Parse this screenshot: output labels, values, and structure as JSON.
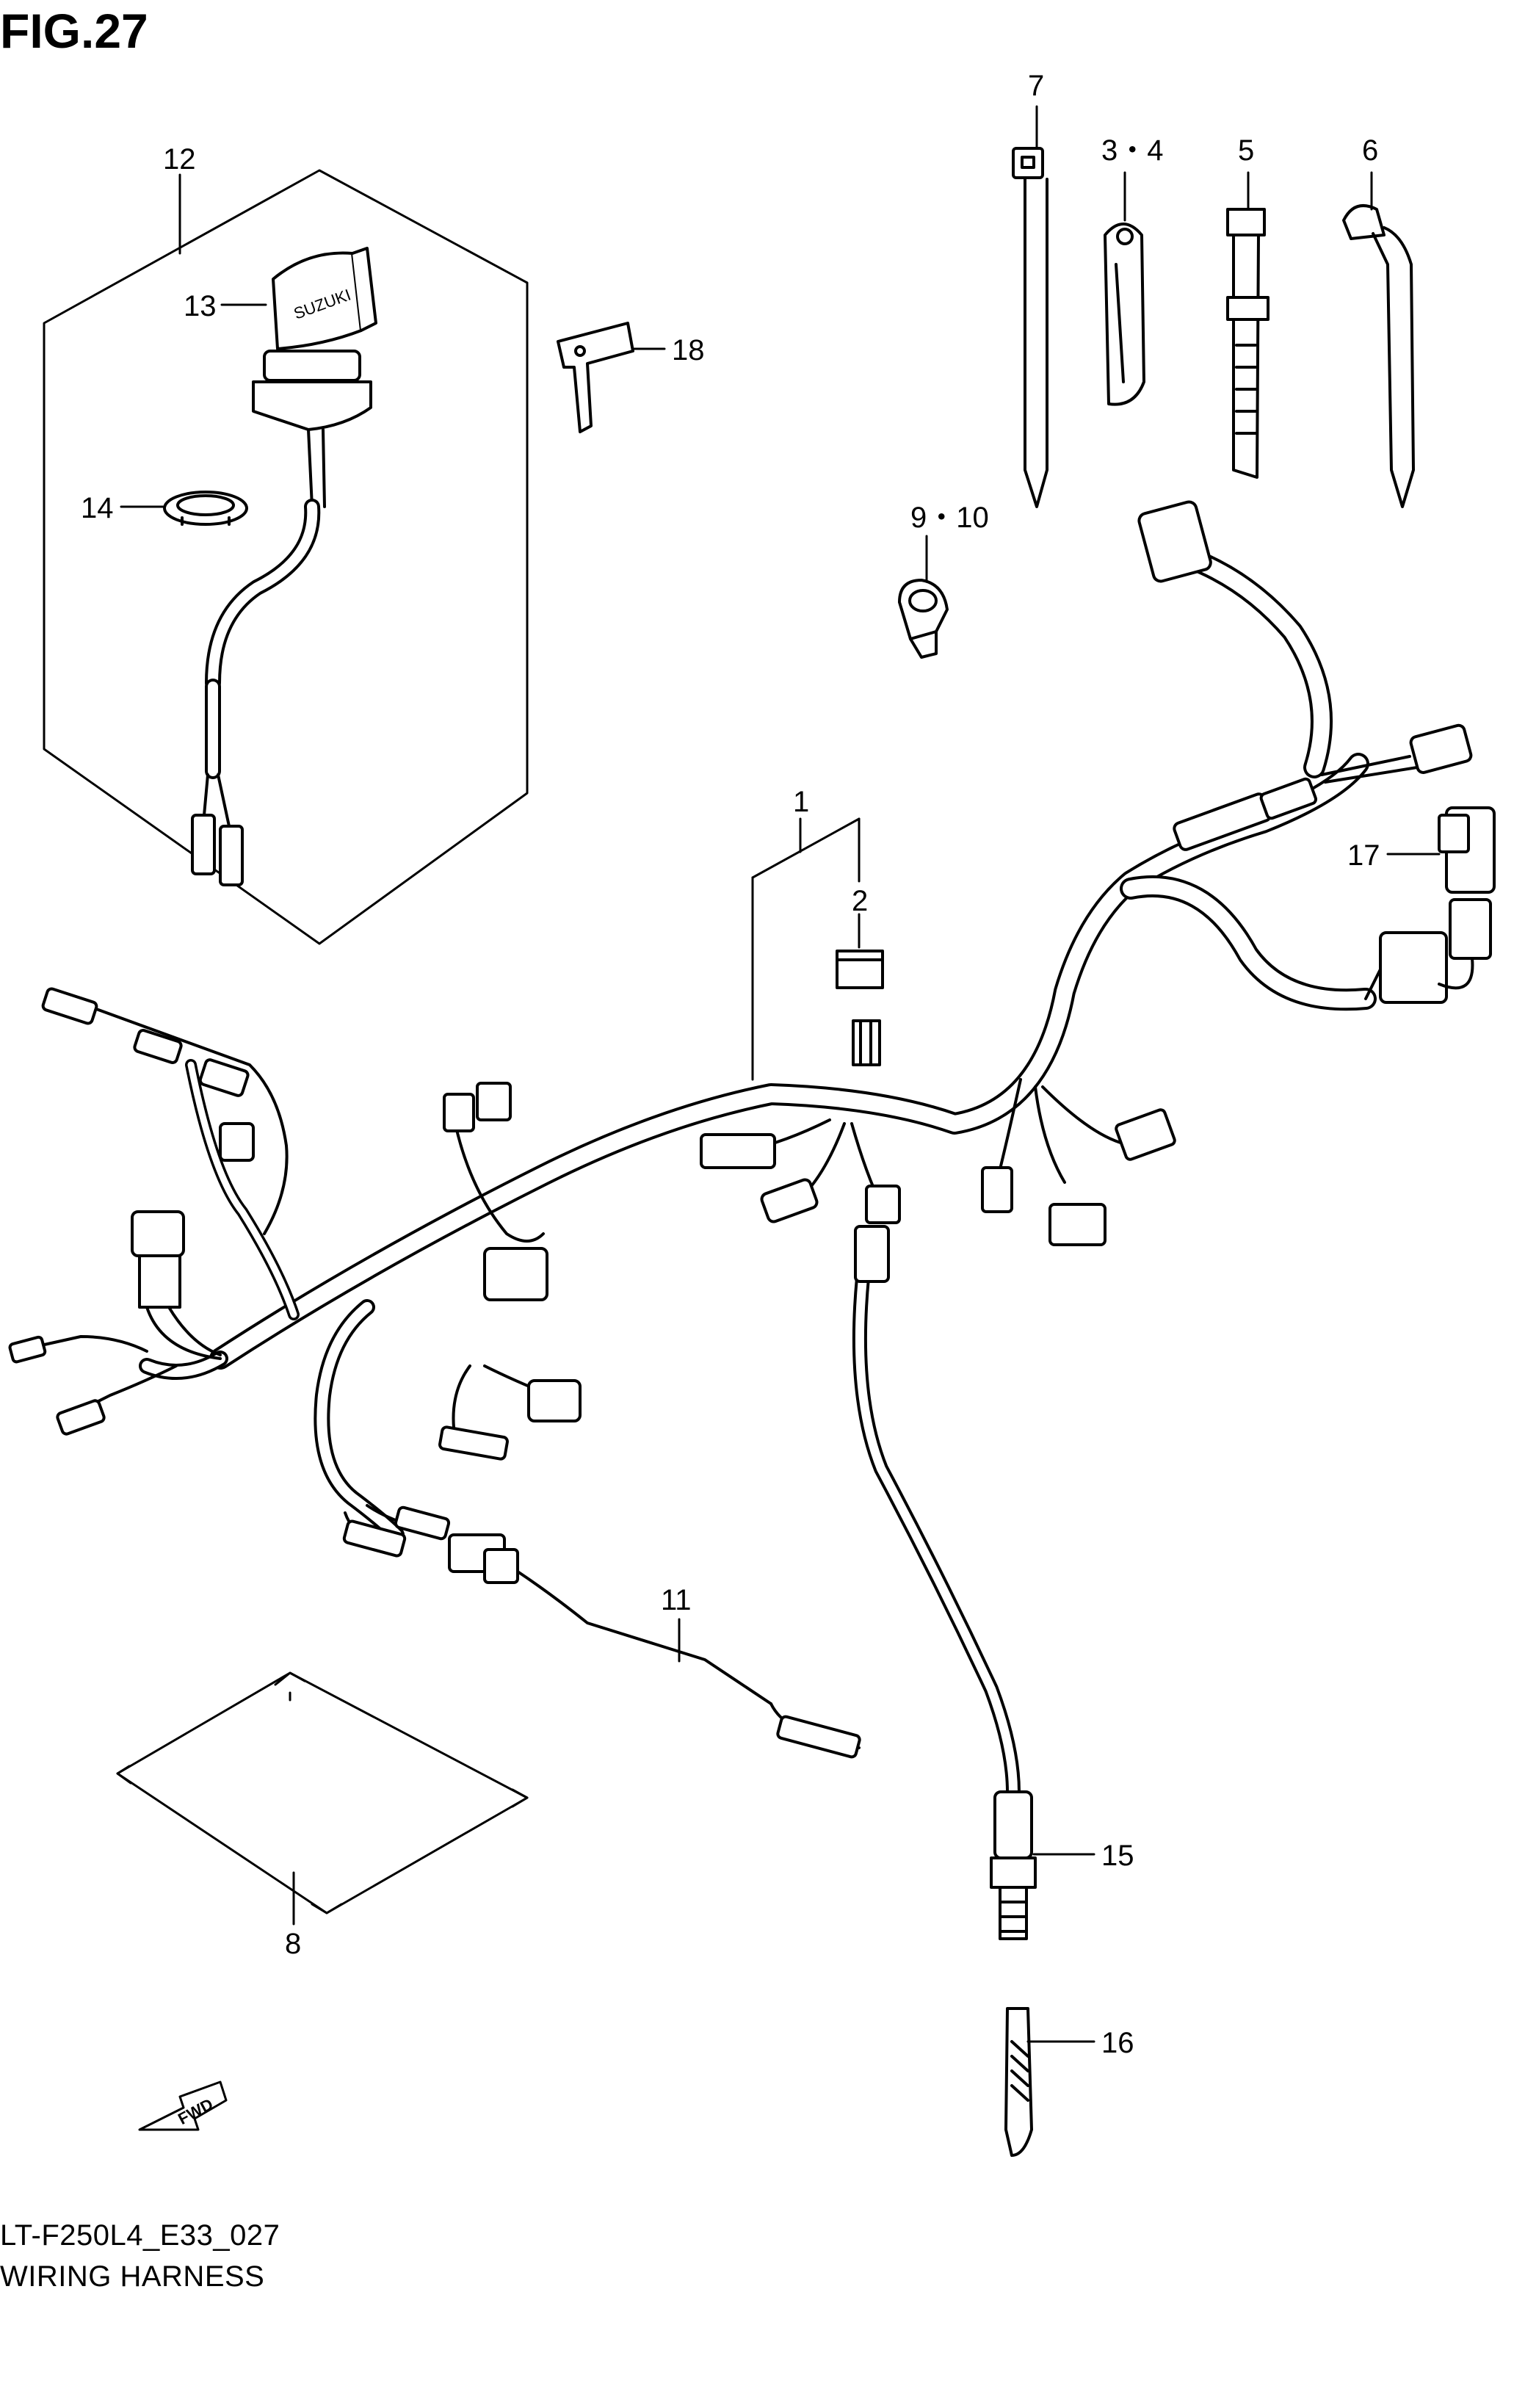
{
  "figure_title": "FIG.27",
  "footer": {
    "model_code": "LT-F250L4_E33_027",
    "section_name": "WIRING HARNESS"
  },
  "direction_marker": "FWD",
  "callouts": {
    "c1": "1",
    "c2": "2",
    "c3_4": "3・4",
    "c5": "5",
    "c6": "6",
    "c7": "7",
    "c8": "8",
    "c9_10": "9・10",
    "c11": "11",
    "c12": "12",
    "c13": "13",
    "c14": "14",
    "c15": "15",
    "c16": "16",
    "c17": "17",
    "c18": "18"
  },
  "key_cover_text": "SUZUKI"
}
